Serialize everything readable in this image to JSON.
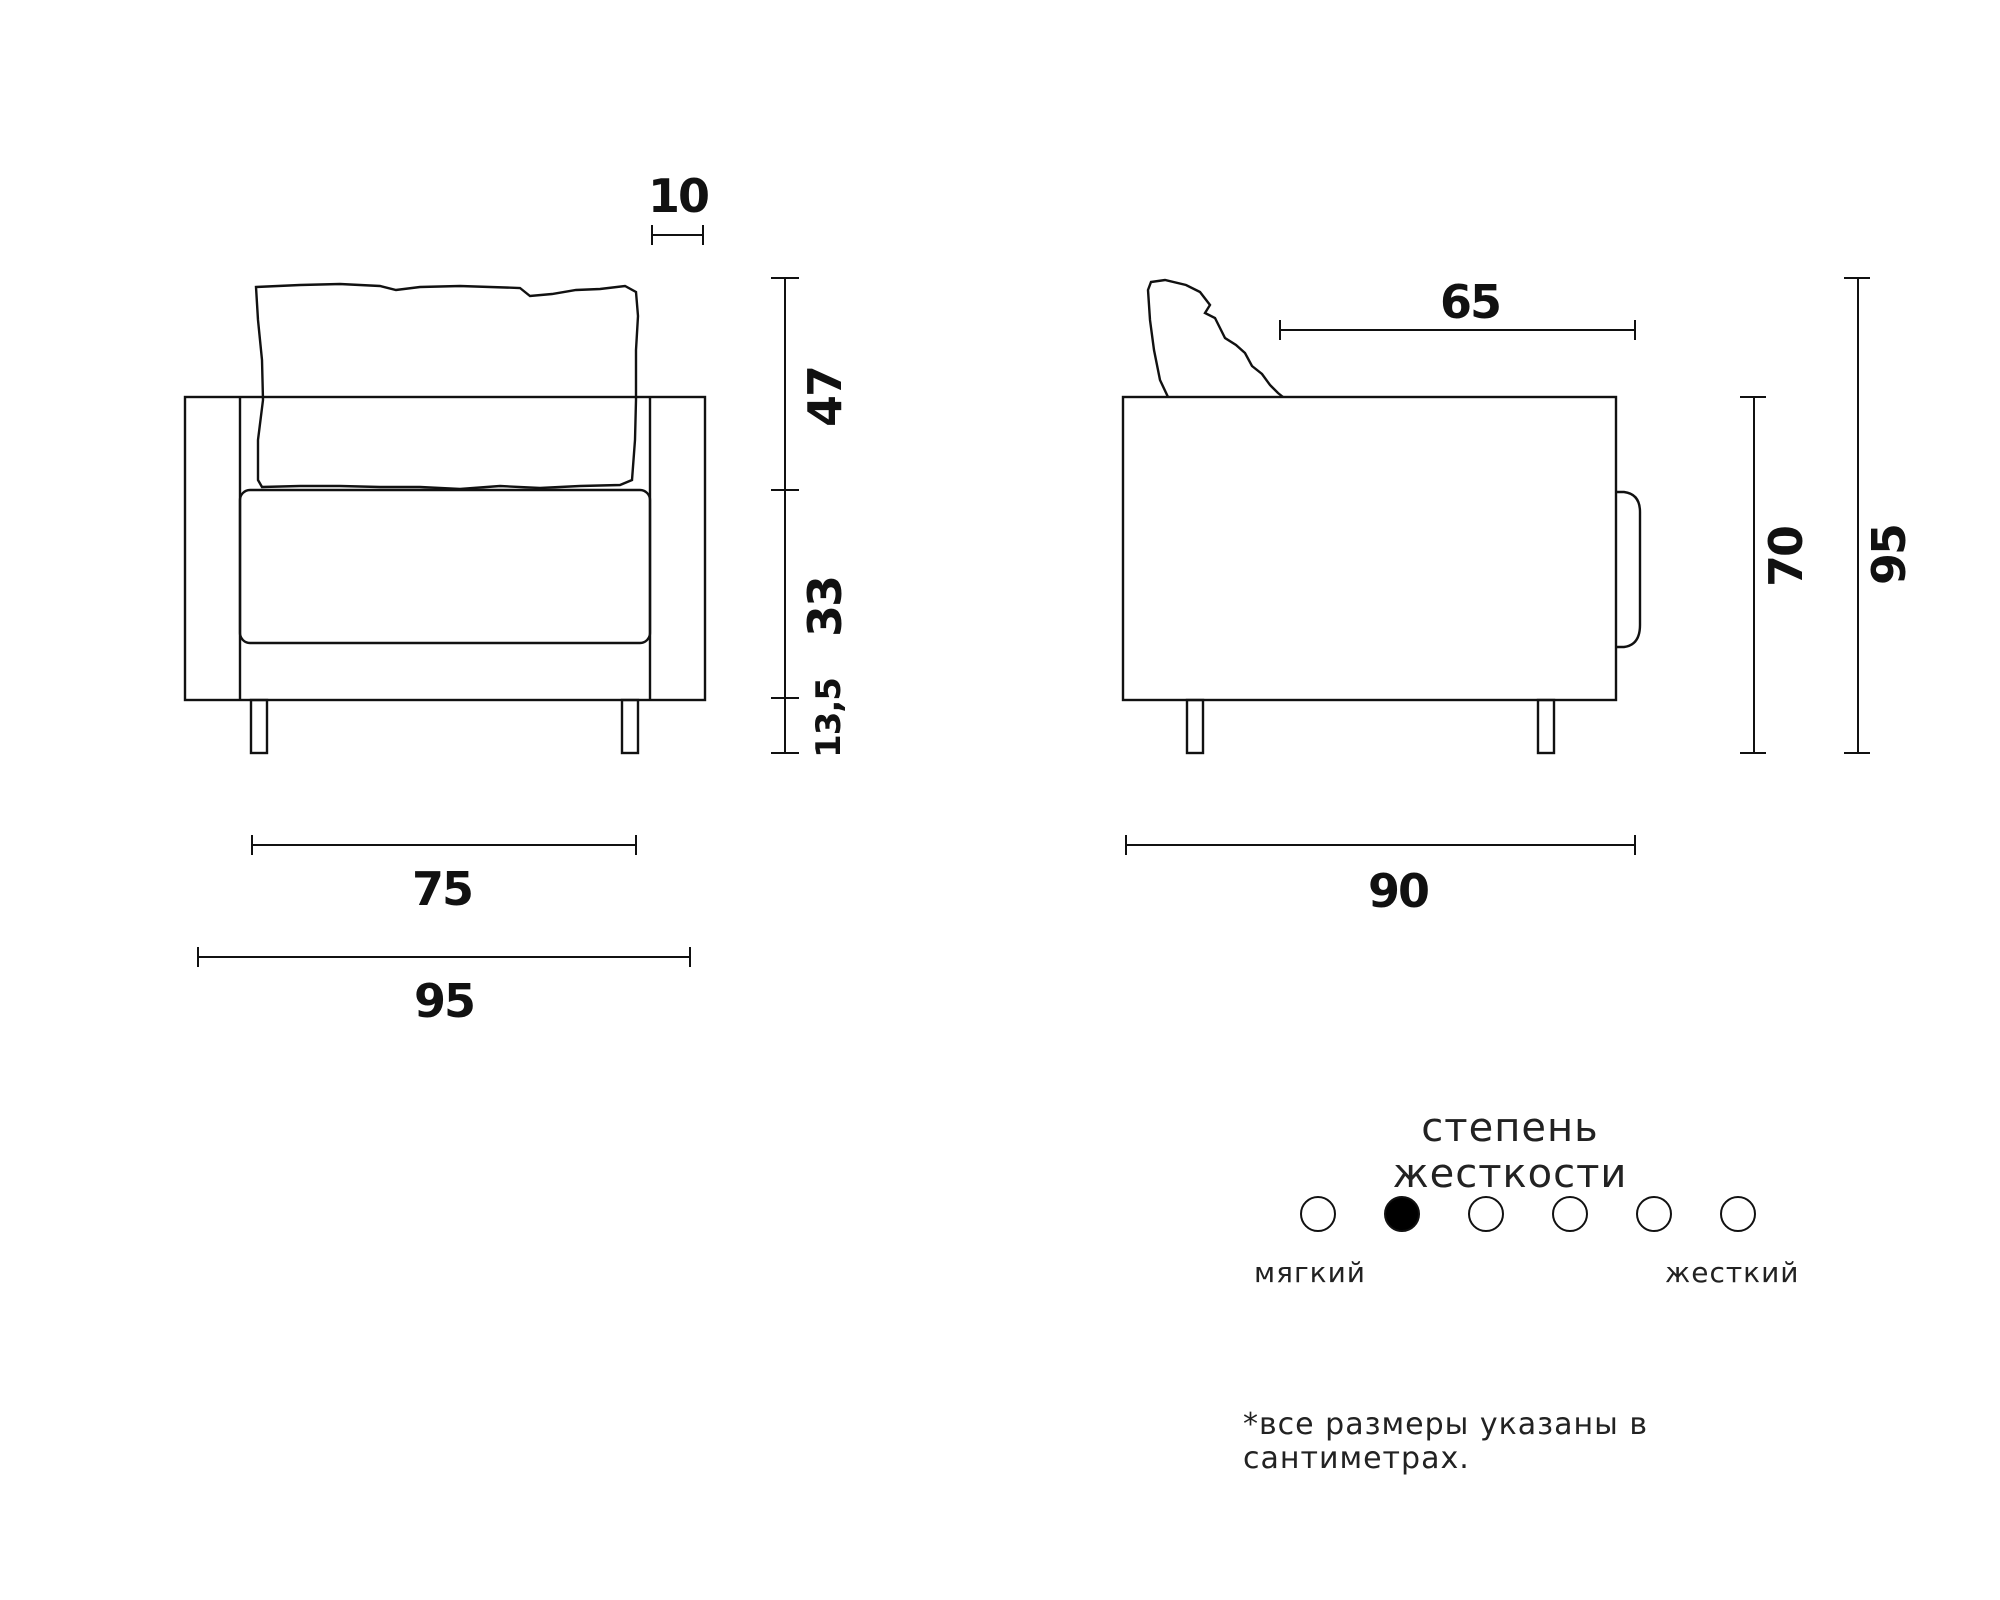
{
  "front_view": {
    "dim_arm_width": "10",
    "dim_back_height": "47",
    "dim_seat_height": "33",
    "dim_leg_height": "13,5",
    "dim_seat_width": "75",
    "dim_total_width": "95"
  },
  "side_view": {
    "dim_seat_depth": "65",
    "dim_total_depth": "90",
    "dim_body_height": "70",
    "dim_total_height": "95"
  },
  "firmness": {
    "title": "степень жесткости",
    "min_label": "мягкий",
    "max_label": "жесткий",
    "levels": 6,
    "selected": 2
  },
  "note": "*все размеры указаны в сантиметрах."
}
